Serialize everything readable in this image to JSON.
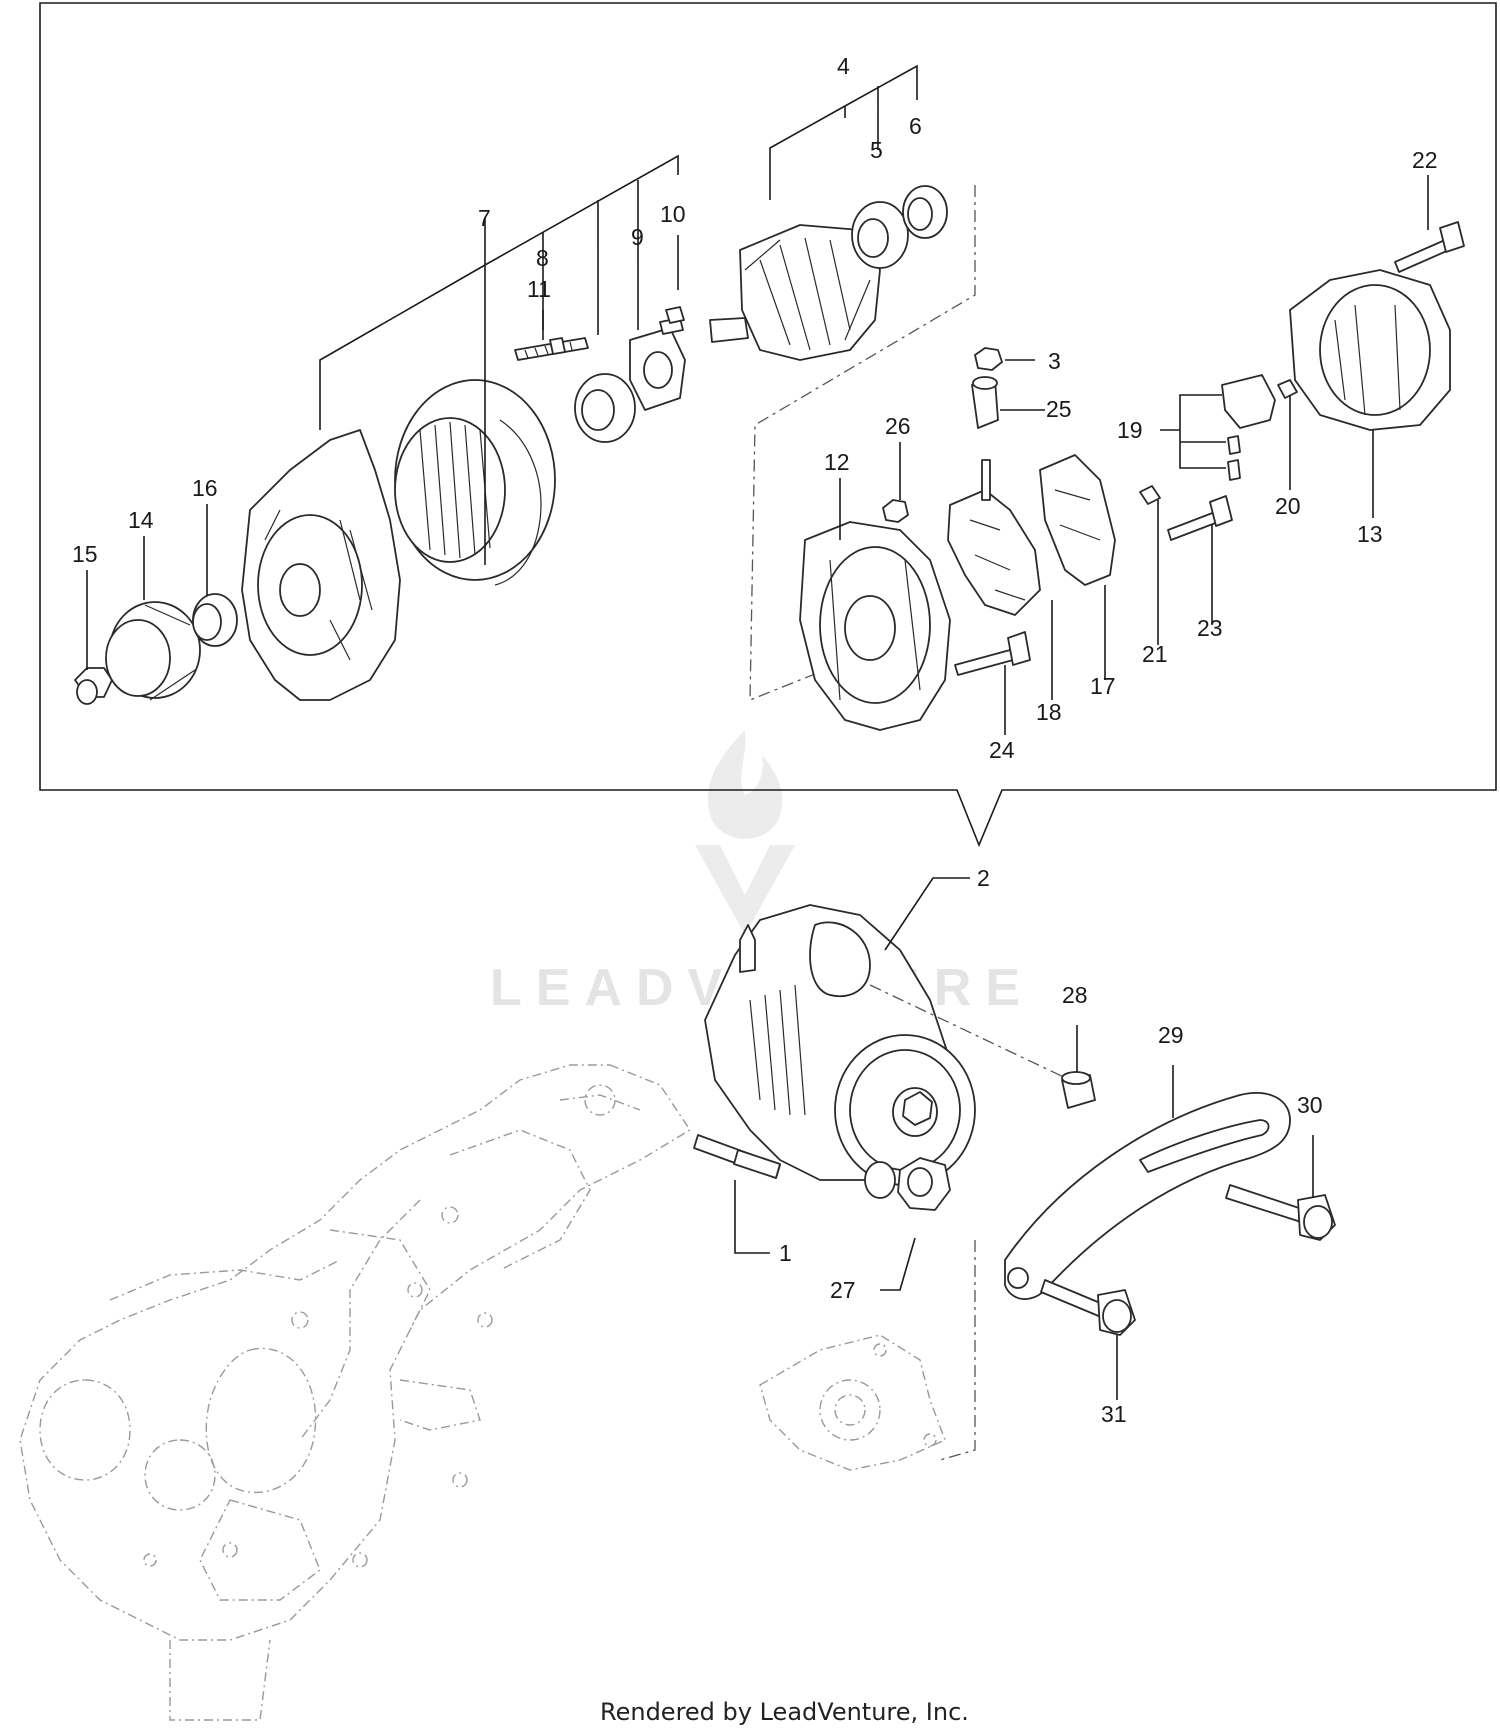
{
  "watermark": {
    "text": "LEADVENTURE"
  },
  "footer": {
    "text": "Rendered by LeadVenture, Inc."
  },
  "callouts": {
    "c1": "1",
    "c2": "2",
    "c3": "3",
    "c4": "4",
    "c5": "5",
    "c6": "6",
    "c7": "7",
    "c8": "8",
    "c9": "9",
    "c10": "10",
    "c11": "11",
    "c12": "12",
    "c13": "13",
    "c14": "14",
    "c15": "15",
    "c16": "16",
    "c17": "17",
    "c18": "18",
    "c19": "19",
    "c20": "20",
    "c21": "21",
    "c22": "22",
    "c23": "23",
    "c24": "24",
    "c25": "25",
    "c26": "26",
    "c27": "27",
    "c28": "28",
    "c29": "29",
    "c30": "30",
    "c31": "31"
  }
}
